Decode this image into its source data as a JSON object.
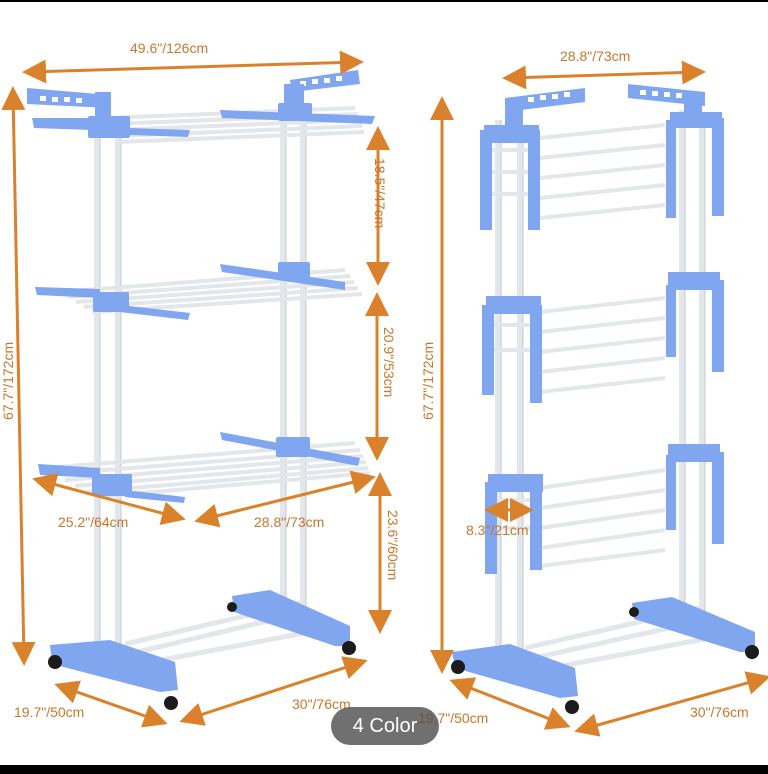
{
  "overlay": {
    "label": "4 Color"
  },
  "colors": {
    "dimension": "#d9822b",
    "frame": "#7fa6ee",
    "tube": "#e6e9ee",
    "wheel": "#1b1b1b"
  },
  "left_view": {
    "total_width": "49.6\"/126cm",
    "total_height": "67.7\"/172cm",
    "tier1_spacing": "18.5\"/47cm",
    "tier2_spacing": "20.9\"/53cm",
    "bottom_spacing": "23.6\"/60cm",
    "wing_width": "25.2\"/64cm",
    "shelf_width": "28.8\"/73cm",
    "base_depth": "19.7\"/50cm",
    "base_length": "30\"/76cm"
  },
  "right_view": {
    "top_width": "28.8\"/73cm",
    "total_height": "67.7\"/172cm",
    "wing_depth": "8.3\"/21cm",
    "base_depth": "19.7\"/50cm",
    "base_length": "30\"/76cm"
  }
}
